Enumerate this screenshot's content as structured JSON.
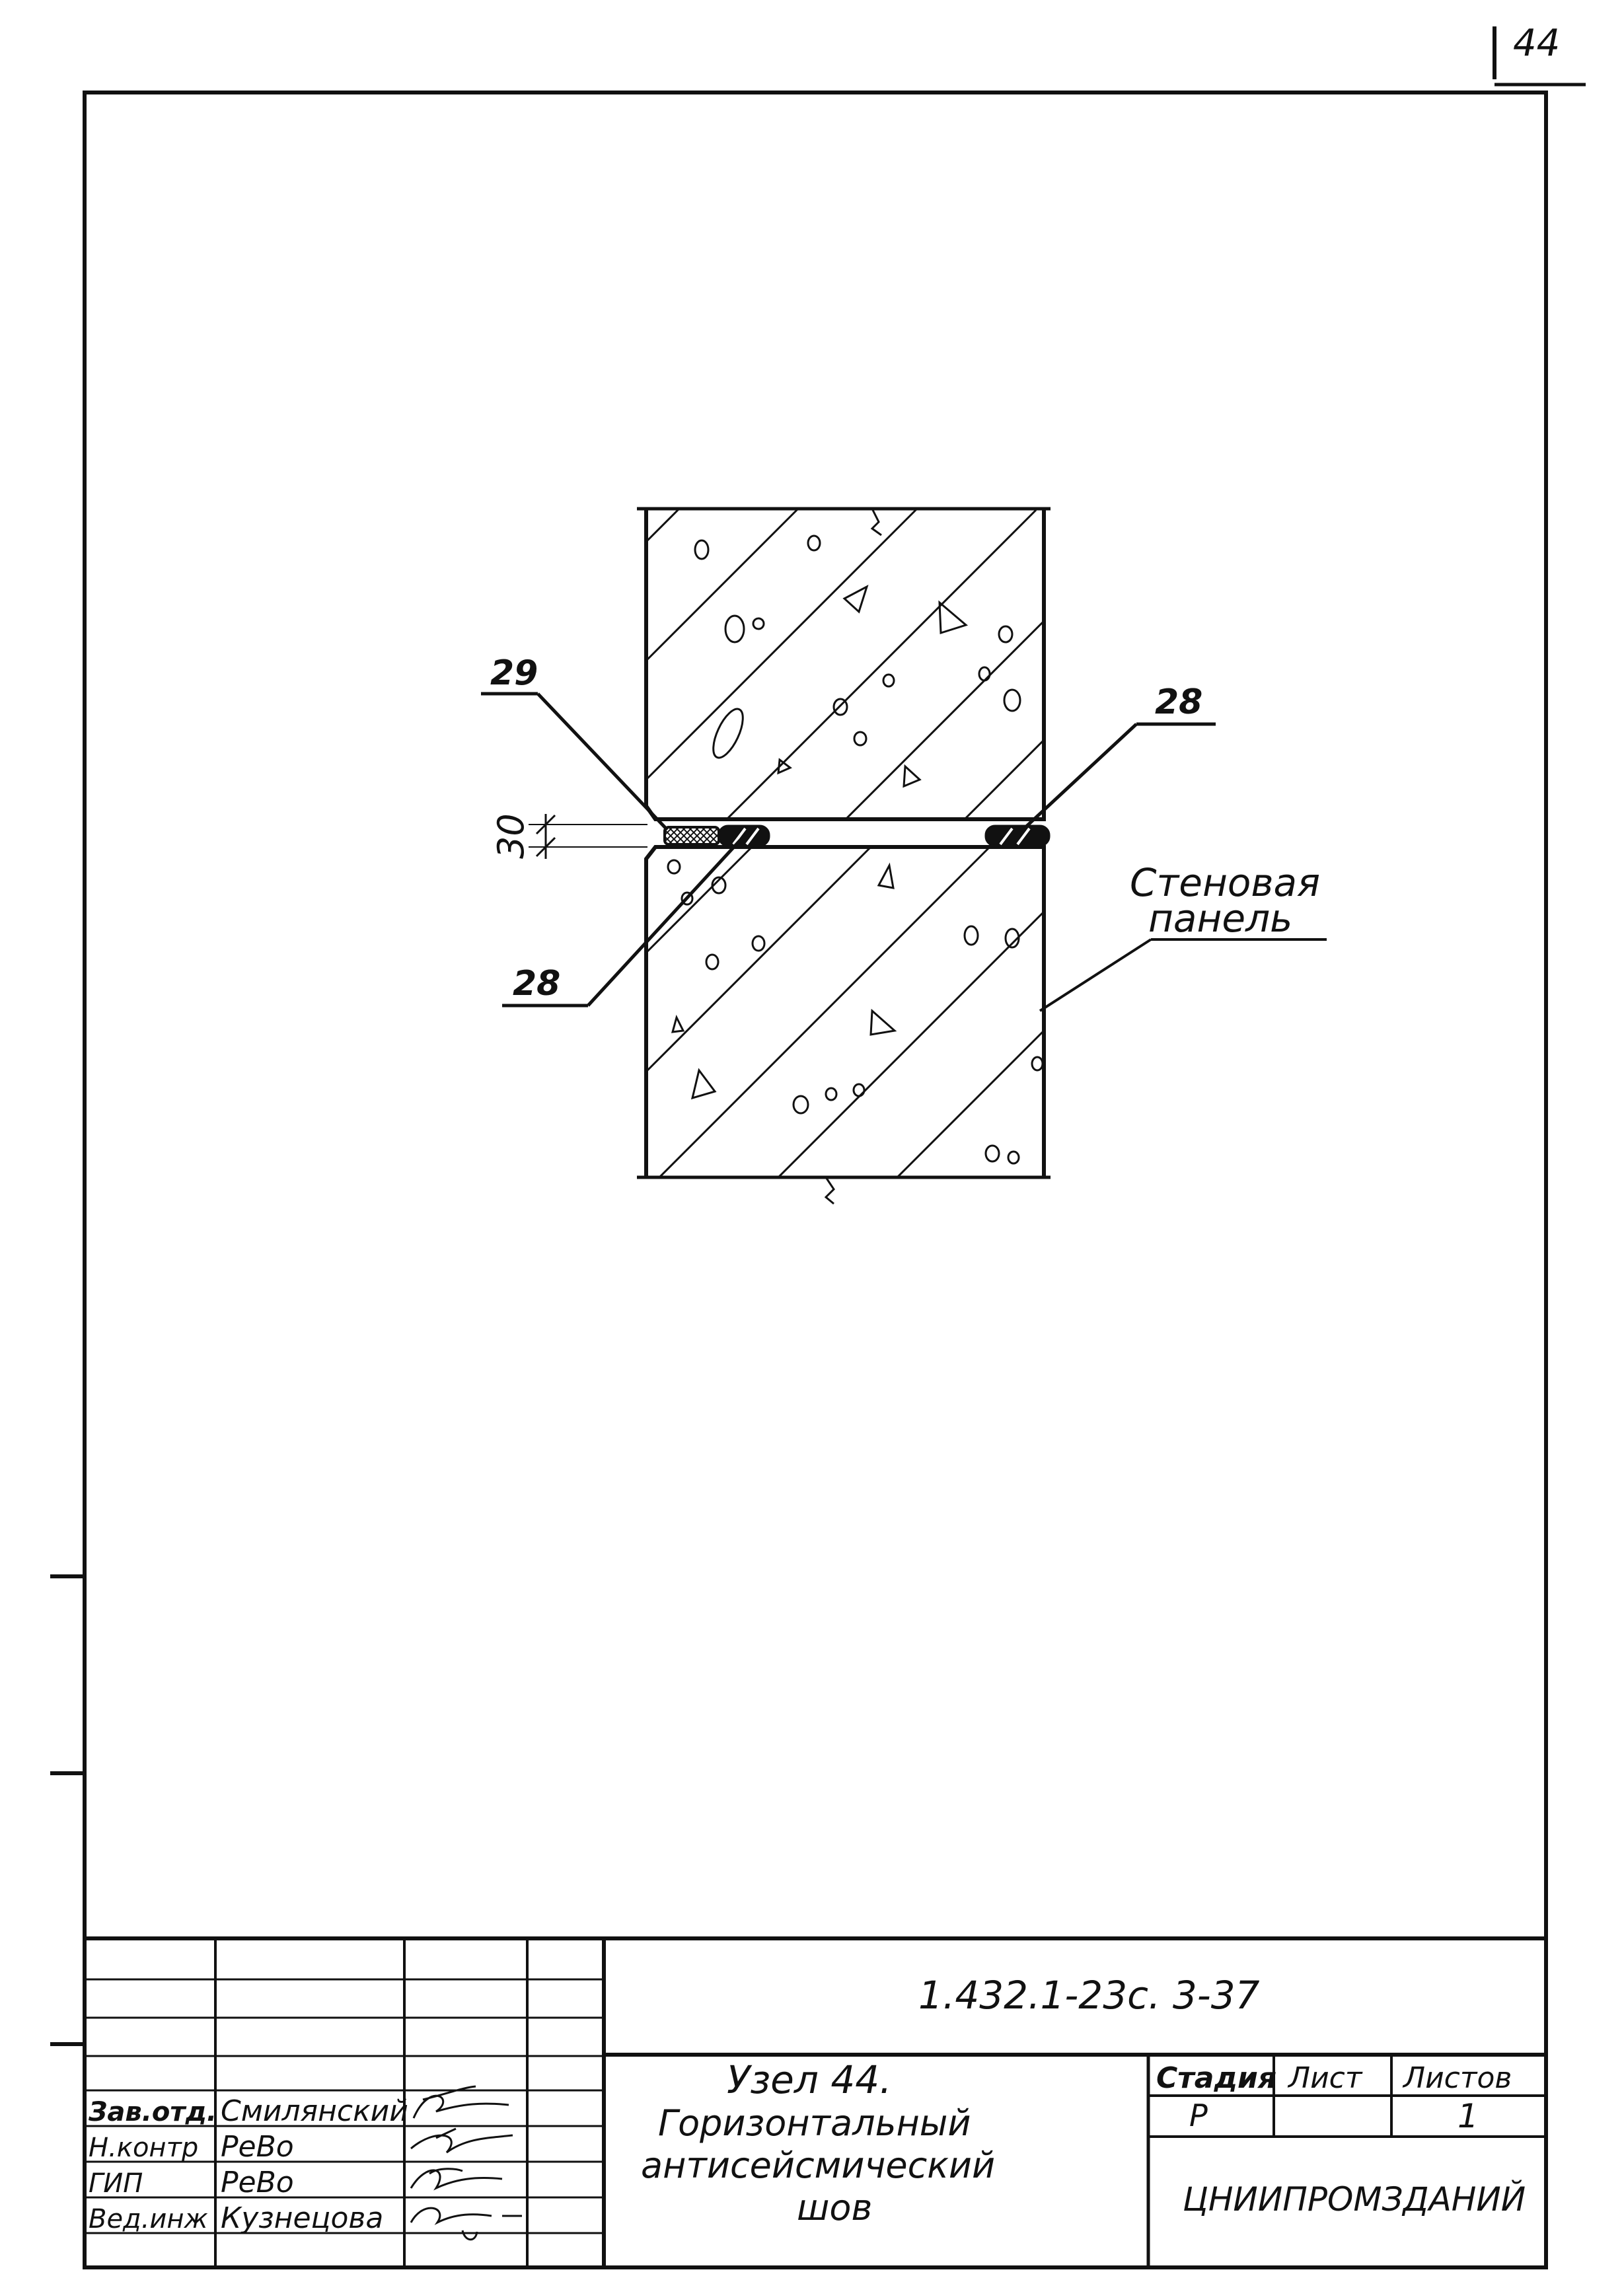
{
  "sheet_number": "44",
  "drawing": {
    "labels": {
      "callout_upper_left": "29",
      "callout_upper_right": "28",
      "callout_lower_left": "28",
      "dimension": "30",
      "panel_line1": "Стеновая",
      "panel_line2": "панель"
    }
  },
  "title_block": {
    "code": "1.432.1-23с. 3-37",
    "title_lines": [
      "Узел 44.",
      "Горизонтальный",
      "антисейсмический",
      "шов"
    ],
    "stage_header": "Стадия",
    "sheet_header": "Лист",
    "sheets_header": "Листов",
    "stage": "Р",
    "sheet": "",
    "sheets": "1",
    "organization": "ЦНИИПРОМЗДАНИЙ",
    "roles": [
      {
        "position": "Зав.отд.",
        "name": "Смилянский"
      },
      {
        "position": "Н.контр",
        "name": "РеВо"
      },
      {
        "position": "ГИП",
        "name": "РеВо"
      },
      {
        "position": "Вед.инж",
        "name": "Кузнецова"
      }
    ]
  }
}
